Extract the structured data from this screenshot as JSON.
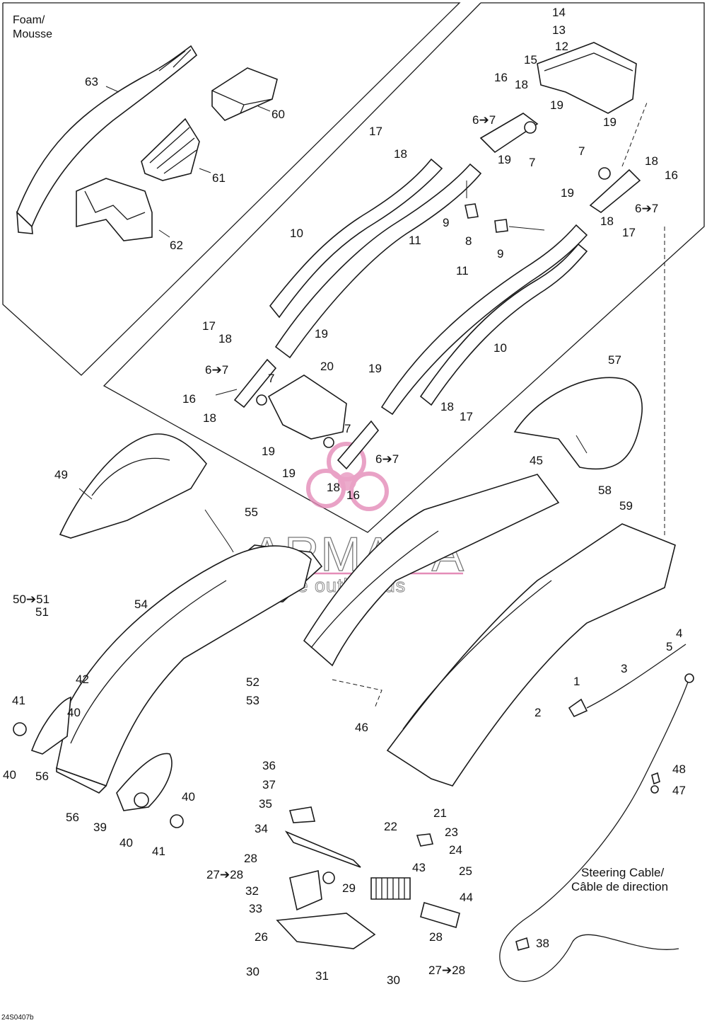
{
  "foam_heading": [
    "Foam/",
    "Mousse"
  ],
  "steering_cable": [
    "Steering Cable/",
    "Câble de direction"
  ],
  "drawing_code": "24S0407b",
  "watermark": {
    "brand": "ARMADA",
    "tagline": "marine outboards",
    "brand_color": "#e48cb8"
  },
  "callouts": [
    "14",
    "13",
    "12",
    "15",
    "16",
    "18",
    "19",
    "19",
    "6➔7",
    "7",
    "17",
    "18",
    "19",
    "7",
    "18",
    "16",
    "6➔7",
    "19",
    "18",
    "17",
    "9",
    "8",
    "9",
    "10",
    "11",
    "11",
    "10",
    "17",
    "18",
    "19",
    "6➔7",
    "7",
    "16",
    "18",
    "19",
    "20",
    "19",
    "19",
    "18",
    "17",
    "7",
    "6➔7",
    "18",
    "16",
    "57",
    "58",
    "59",
    "63",
    "60",
    "61",
    "62",
    "49",
    "55",
    "45",
    "51",
    "50➔51",
    "54",
    "52",
    "53",
    "46",
    "4",
    "5",
    "3",
    "1",
    "2",
    "42",
    "41",
    "40",
    "40",
    "56",
    "56",
    "40",
    "39",
    "40",
    "41",
    "36",
    "37",
    "35",
    "34",
    "21",
    "22",
    "23",
    "24",
    "25",
    "28",
    "27➔28",
    "29",
    "43",
    "32",
    "33",
    "44",
    "48",
    "47",
    "26",
    "28",
    "30",
    "31",
    "30",
    "27➔28",
    "38"
  ]
}
